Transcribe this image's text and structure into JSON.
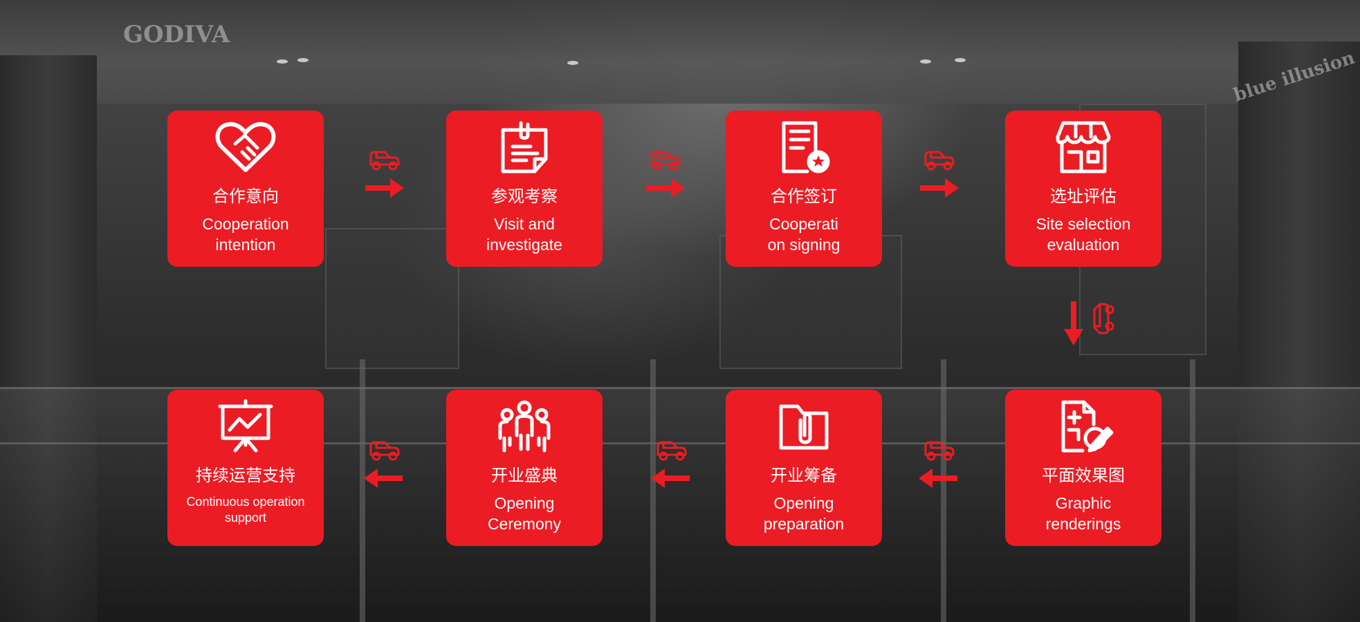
{
  "accent_color": "#ec1c24",
  "steps": [
    {
      "zh": "合作意向",
      "en": "Cooperation\nintention",
      "icon": "handshake-heart-icon"
    },
    {
      "zh": "参观考察",
      "en": "Visit and\ninvestigate",
      "icon": "clipboard-note-icon"
    },
    {
      "zh": "合作签订",
      "en": "Cooperati\non signing",
      "icon": "certificate-star-icon"
    },
    {
      "zh": "选址评估",
      "en": "Site selection\nevaluation",
      "icon": "storefront-icon"
    },
    {
      "zh": "平面效果图",
      "en": "Graphic\nrenderings",
      "icon": "blueprint-pen-icon"
    },
    {
      "zh": "开业筹备",
      "en": "Opening\npreparation",
      "icon": "folder-paperclip-icon"
    },
    {
      "zh": "开业盛典",
      "en": "Opening\nCeremony",
      "icon": "team-people-icon"
    },
    {
      "zh": "持续运营支持",
      "en": "Continuous operation\nsupport",
      "icon": "presentation-chart-icon"
    }
  ],
  "connector_icons": [
    "car-icon",
    "arrow-icon"
  ]
}
